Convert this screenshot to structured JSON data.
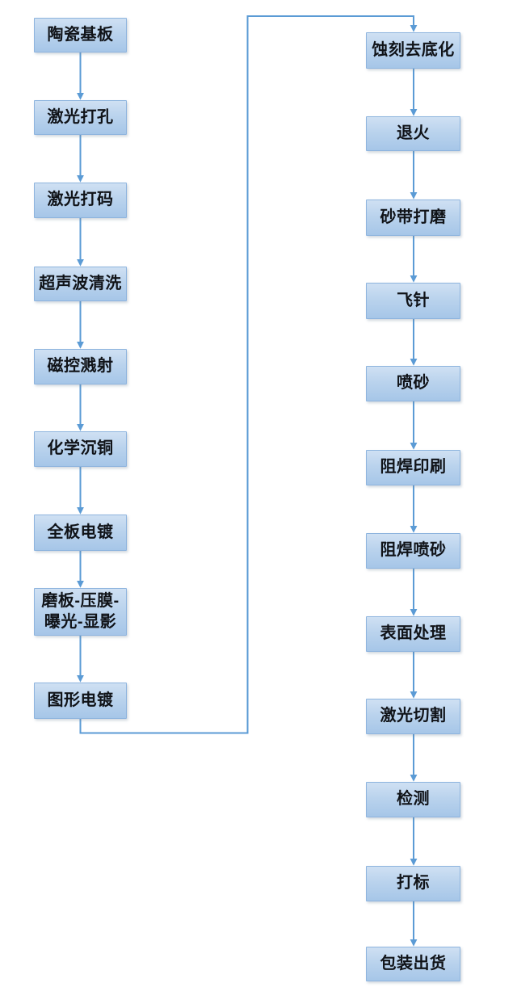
{
  "diagram": {
    "type": "flowchart",
    "background_color": "#ffffff",
    "node_fill_top": "#cfe0f3",
    "node_fill_bottom": "#a6c6e8",
    "node_border_color": "#8eb4de",
    "node_text_color": "#101318",
    "connector_color": "#5b9bd5",
    "left_column": [
      {
        "label": "陶瓷基板"
      },
      {
        "label": "激光打孔"
      },
      {
        "label": "激光打码"
      },
      {
        "label": "超声波清洗"
      },
      {
        "label": "磁控溅射"
      },
      {
        "label": "化学沉铜"
      },
      {
        "label": "全板电镀"
      },
      {
        "label": "磨板-压膜-\n曝光-显影"
      },
      {
        "label": "图形电镀"
      }
    ],
    "right_column": [
      {
        "label": "蚀刻去底化"
      },
      {
        "label": "退火"
      },
      {
        "label": "砂带打磨"
      },
      {
        "label": "飞针"
      },
      {
        "label": "喷砂"
      },
      {
        "label": "阻焊印刷"
      },
      {
        "label": "阻焊喷砂"
      },
      {
        "label": "表面处理"
      },
      {
        "label": "激光切割"
      },
      {
        "label": "检测"
      },
      {
        "label": "打标"
      },
      {
        "label": "包装出货"
      }
    ]
  }
}
